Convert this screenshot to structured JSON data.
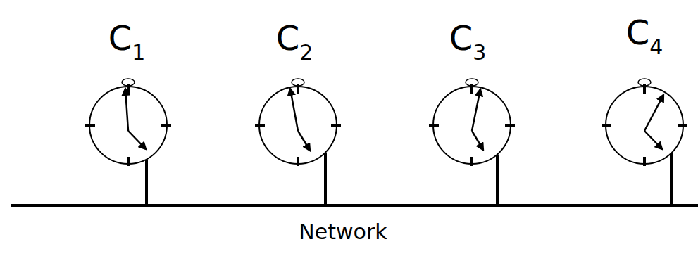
{
  "diagram": {
    "labels": [
      "C1",
      "C2",
      "C3",
      "C4",
      "Network"
    ]
  }
}
